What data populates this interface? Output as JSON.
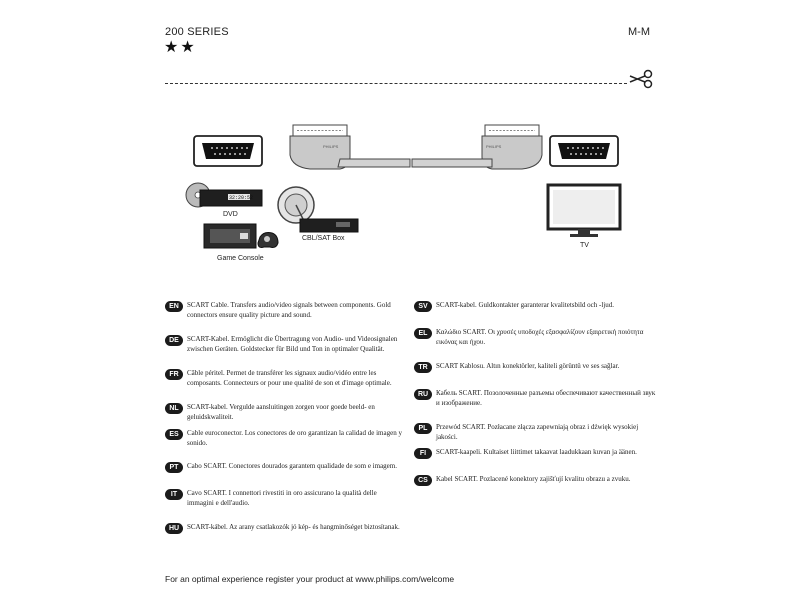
{
  "header": {
    "series": "200 SERIES",
    "model": "M-M",
    "stars": "★★"
  },
  "diagram": {
    "labels": {
      "dvd": "DVD",
      "cbl_sat_box": "CBL/SAT Box",
      "game_console": "Game Console",
      "tv": "TV"
    },
    "brand_on_plug": "PHILIPS",
    "dvd_display": "32:20:52"
  },
  "languages": {
    "left": [
      {
        "code": "EN",
        "text": "SCART Cable. Transfers audio/video signals between components. Gold connectors ensure quality picture and sound."
      },
      {
        "code": "DE",
        "text": "SCART-Kabel. Ermöglicht die Übertragung von Audio- und Videosignalen zwischen Geräten. Goldstecker für Bild und Ton in optimaler Qualität."
      },
      {
        "code": "FR",
        "text": "Câble péritel. Permet de transférer les signaux audio/vidéo entre les composants. Connecteurs or pour une qualité de son et d'image optimale."
      },
      {
        "code": "NL",
        "text": "SCART-kabel. Vergulde aansluitingen zorgen voor goede beeld- en geluidskwaliteit."
      },
      {
        "code": "ES",
        "text": "Cable euroconector. Los conectores de oro garantizan la calidad de imagen y sonido."
      },
      {
        "code": "PT",
        "text": "Cabo SCART. Conectores dourados garantem qualidade de som e imagem."
      },
      {
        "code": "IT",
        "text": "Cavo SCART. I connettori rivestiti in oro assicurano la qualità delle immagini e dell'audio."
      },
      {
        "code": "HU",
        "text": "SCART-kábel. Az arany csatlakozók jó kép- és hangminőséget biztosítanak."
      }
    ],
    "right": [
      {
        "code": "SV",
        "text": "SCART-kabel. Guldkontakter garanterar kvalitetsbild och -ljud."
      },
      {
        "code": "EL",
        "text": "Καλώδιο SCART. Οι χρυσές υποδοχές εξασφαλίζουν εξαιρετική ποιότητα εικόνας και ήχου."
      },
      {
        "code": "TR",
        "text": "SCART Kablosu. Altın konektörler, kaliteli görüntü ve ses sağlar."
      },
      {
        "code": "RU",
        "text": "Кабель SCART. Позолоченные разъемы обеспечивают качественный звук и изображение."
      },
      {
        "code": "PL",
        "text": "Przewód SCART. Pozłacane złącza zapewniają obraz i dźwięk wysokiej jakości."
      },
      {
        "code": "FI",
        "text": "SCART-kaapeli. Kultaiset liittimet takaavat laadukkaan kuvan ja äänen."
      },
      {
        "code": "CS",
        "text": "Kabel SCART. Pozlacené konektory zajišťují kvalitu obrazu a zvuku."
      }
    ]
  },
  "footer": {
    "text": "For an optimal experience register your product at www.philips.com/welcome"
  }
}
